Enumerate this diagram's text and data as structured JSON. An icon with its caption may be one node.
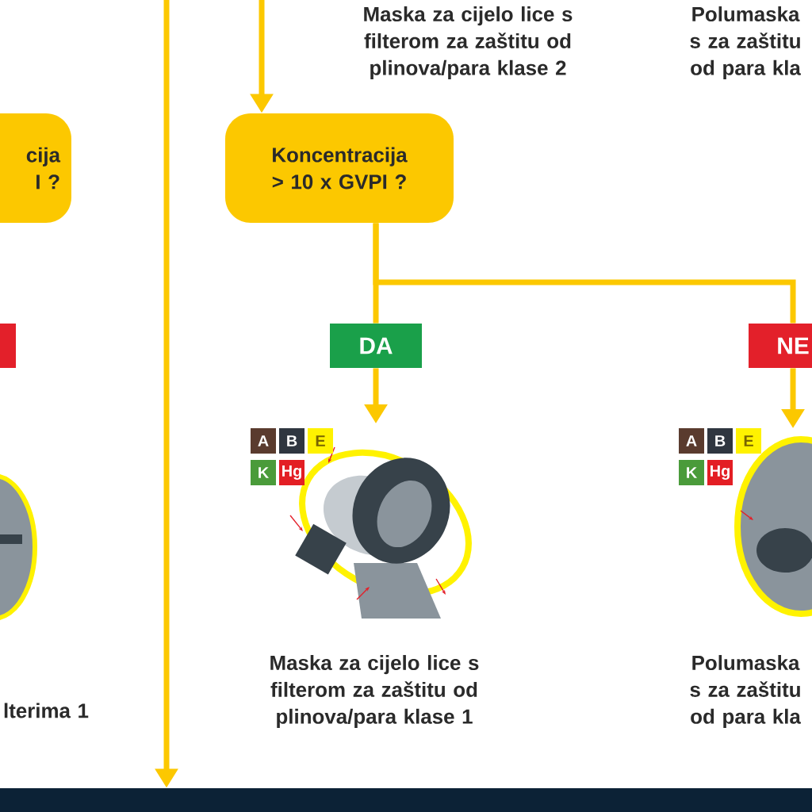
{
  "diagram": {
    "nodes": [
      {
        "text": [
          "Maska za cijelo lice s filterom za zaštitu od plinova/para klase 2"
        ]
      },
      {
        "text": [
          "Polumaska s za zaštitu od para kla"
        ]
      },
      {
        "text": [
          "cija I ?"
        ]
      },
      {
        "text": [],
        "shape": "box"
      },
      {
        "text": [
          "Koncentracija > 10 x GVPI ?"
        ]
      },
      {
        "text": [
          "DA"
        ]
      },
      {
        "text": [
          "NE"
        ]
      },
      {
        "text": [],
        "shape": "picture"
      },
      {
        "text": [],
        "shape": "picture"
      },
      {
        "text": [],
        "shape": "picture"
      },
      {
        "text": [
          "Maska za cijelo lice s filterom za zaštitu od plinova/para klase 1"
        ]
      },
      {
        "text": [
          "Polumaska s za zaštitu od para kla"
        ]
      },
      {
        "text": [
          "lterima 1"
        ]
      },
      {
        "text": [],
        "shape": "bar"
      }
    ],
    "edges": [
      {
        "from": null,
        "to": 4,
        "arrow": "to"
      },
      {
        "from": 4,
        "to": 5,
        "arrow": "none"
      },
      {
        "from": 5,
        "to": 8,
        "arrow": "to"
      },
      {
        "from": 4,
        "to": 6,
        "arrow": "none"
      },
      {
        "from": 6,
        "to": 9,
        "arrow": "to"
      },
      {
        "from": null,
        "to": 13,
        "arrow": "to"
      }
    ],
    "labels": [
      "A",
      "B",
      "E",
      "K",
      "Hg",
      "A",
      "B",
      "E",
      "K",
      "Hg"
    ]
  }
}
